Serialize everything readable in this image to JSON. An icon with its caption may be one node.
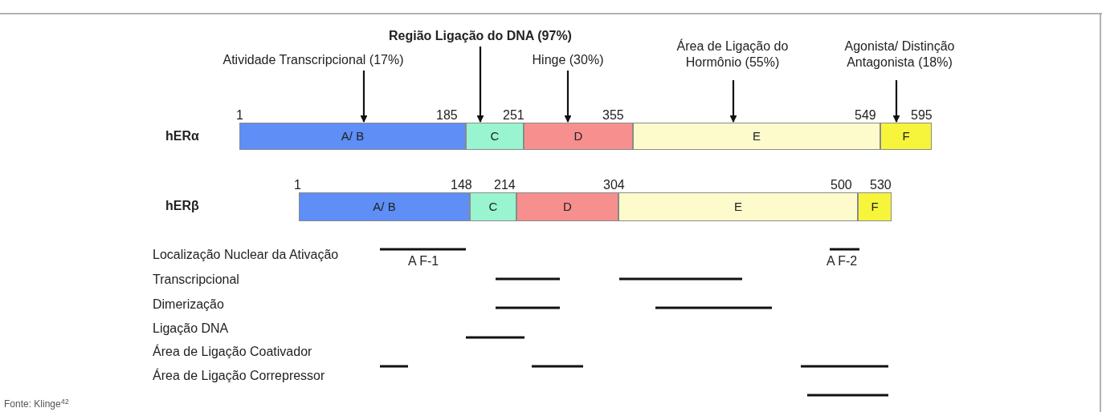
{
  "diagram": {
    "nodes": [
      {
        "text": [
          "Atividade Transcripcional (17%)"
        ]
      },
      {
        "text": [
          "Região Ligação do DNA (97%)"
        ]
      },
      {
        "text": [
          "Hinge (30%)"
        ]
      },
      {
        "text": [
          "Área de Ligação do Hormônio (55%)"
        ]
      },
      {
        "text": [
          "Agonista/ Distinção Antagonista (18%)"
        ]
      },
      {
        "text": [
          "A/ B"
        ]
      },
      {
        "text": [
          "C"
        ]
      },
      {
        "text": [
          "D"
        ]
      },
      {
        "text": [
          "E"
        ]
      },
      {
        "text": [
          "F"
        ]
      },
      {
        "text": [
          "A/ B"
        ]
      },
      {
        "text": [
          "C"
        ]
      },
      {
        "text": [
          "D"
        ]
      },
      {
        "text": [
          "E"
        ]
      },
      {
        "text": [
          "F"
        ]
      }
    ],
    "edges": [
      {
        "from": 0,
        "to": 5,
        "arrow": "to"
      },
      {
        "from": 1,
        "to": 6,
        "arrow": "to"
      },
      {
        "from": 2,
        "to": 7,
        "arrow": "to"
      },
      {
        "from": 3,
        "to": 8,
        "arrow": "to"
      },
      {
        "from": 4,
        "to": 9,
        "arrow": "to"
      }
    ],
    "labels": [
      "1",
      "185",
      "251",
      "355",
      "549",
      "595",
      "hERα",
      "1",
      "148",
      "214",
      "304",
      "500",
      "530",
      "hERβ",
      "Localização Nuclear da Ativação",
      "A F-1",
      "A F-2",
      "Transcripcional",
      "Dimerização",
      "Ligação DNA",
      "Área de Ligação Coativador",
      "Área de Ligação Correpressor",
      "Fonte: Klinge$^{42}$"
    ]
  }
}
